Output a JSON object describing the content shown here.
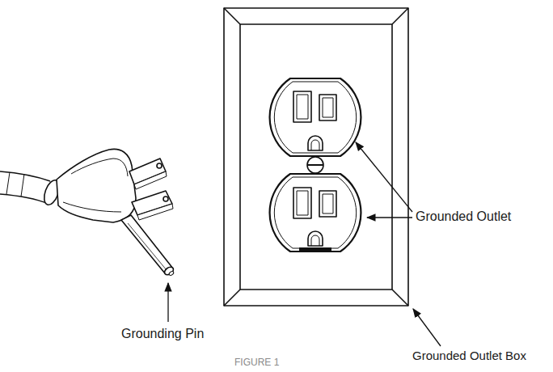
{
  "diagram": {
    "caption": "FIGURE 1",
    "labels": [
      "Grounding Pin",
      "Grounded Outlet",
      "Grounded Outlet Box"
    ]
  }
}
